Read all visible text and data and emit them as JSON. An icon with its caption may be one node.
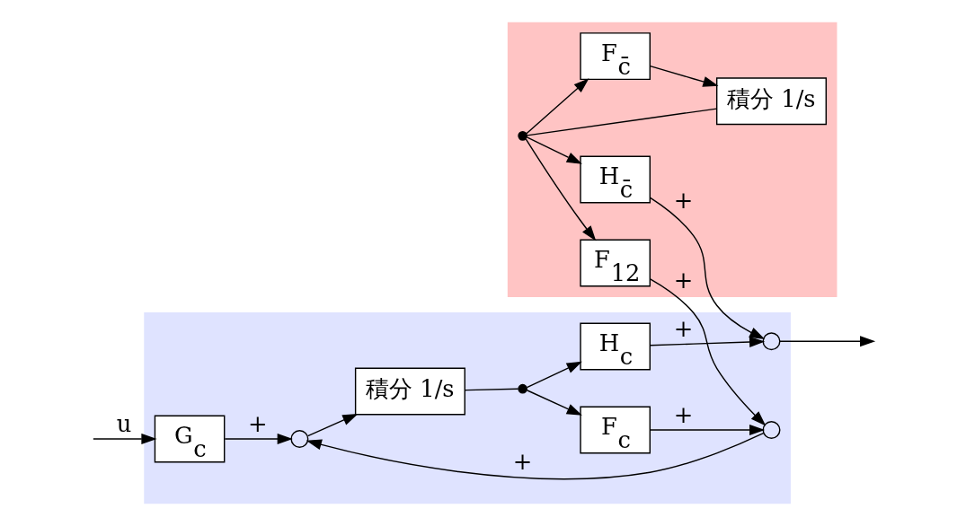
{
  "diagram": {
    "nodes": [
      {
        "text": [],
        "shape": "band"
      },
      {
        "text": [],
        "shape": "band"
      },
      {
        "text": [
          "G$_{c}$"
        ],
        "in": 0
      },
      {
        "text": [],
        "shape": "circle",
        "in": 0
      },
      {
        "text": [
          "積分 1/s"
        ],
        "in": 0
      },
      {
        "text": [],
        "shape": "dot",
        "in": 0
      },
      {
        "text": [
          "H$_{c}$"
        ],
        "in": 0
      },
      {
        "text": [],
        "shape": "circle",
        "in": 0
      },
      {
        "text": [
          "F$_{c}$"
        ],
        "in": 0
      },
      {
        "text": [],
        "shape": "circle",
        "in": 0
      },
      {
        "text": [
          "F$_{12}$"
        ],
        "in": 1
      },
      {
        "text": [
          "積分 1/s"
        ],
        "in": 1
      },
      {
        "text": [],
        "shape": "dot",
        "in": 1
      },
      {
        "text": [
          "H$_{c̄}$"
        ],
        "in": 1
      },
      {
        "text": [
          "F$_{c̄}$"
        ],
        "in": 1
      }
    ],
    "edges": [
      {
        "from": null,
        "to": 2,
        "arrow": "to",
        "label": "u"
      },
      {
        "from": 2,
        "to": 3,
        "arrow": "to",
        "label": "+"
      },
      {
        "from": 9,
        "to": 3,
        "arrow": "to",
        "label": "+"
      },
      {
        "from": 3,
        "to": 4,
        "arrow": "to"
      },
      {
        "from": 4,
        "to": 5,
        "arrow": "none"
      },
      {
        "from": 5,
        "to": 6,
        "arrow": "to"
      },
      {
        "from": 6,
        "to": 7,
        "arrow": "to",
        "label": "+"
      },
      {
        "from": 7,
        "to": null,
        "arrow": "to"
      },
      {
        "from": 5,
        "to": 8,
        "arrow": "to"
      },
      {
        "from": 8,
        "to": 9,
        "arrow": "to",
        "label": "+"
      },
      {
        "from": 10,
        "to": 9,
        "arrow": "to",
        "label": "+"
      },
      {
        "from": 13,
        "to": 7,
        "arrow": "to",
        "label": "+"
      },
      {
        "from": 12,
        "to": 10,
        "arrow": "to"
      },
      {
        "from": 11,
        "to": 12,
        "arrow": "none"
      },
      {
        "from": 12,
        "to": 13,
        "arrow": "to"
      },
      {
        "from": 12,
        "to": 14,
        "arrow": "to"
      },
      {
        "from": 14,
        "to": 11,
        "arrow": "to"
      }
    ]
  }
}
